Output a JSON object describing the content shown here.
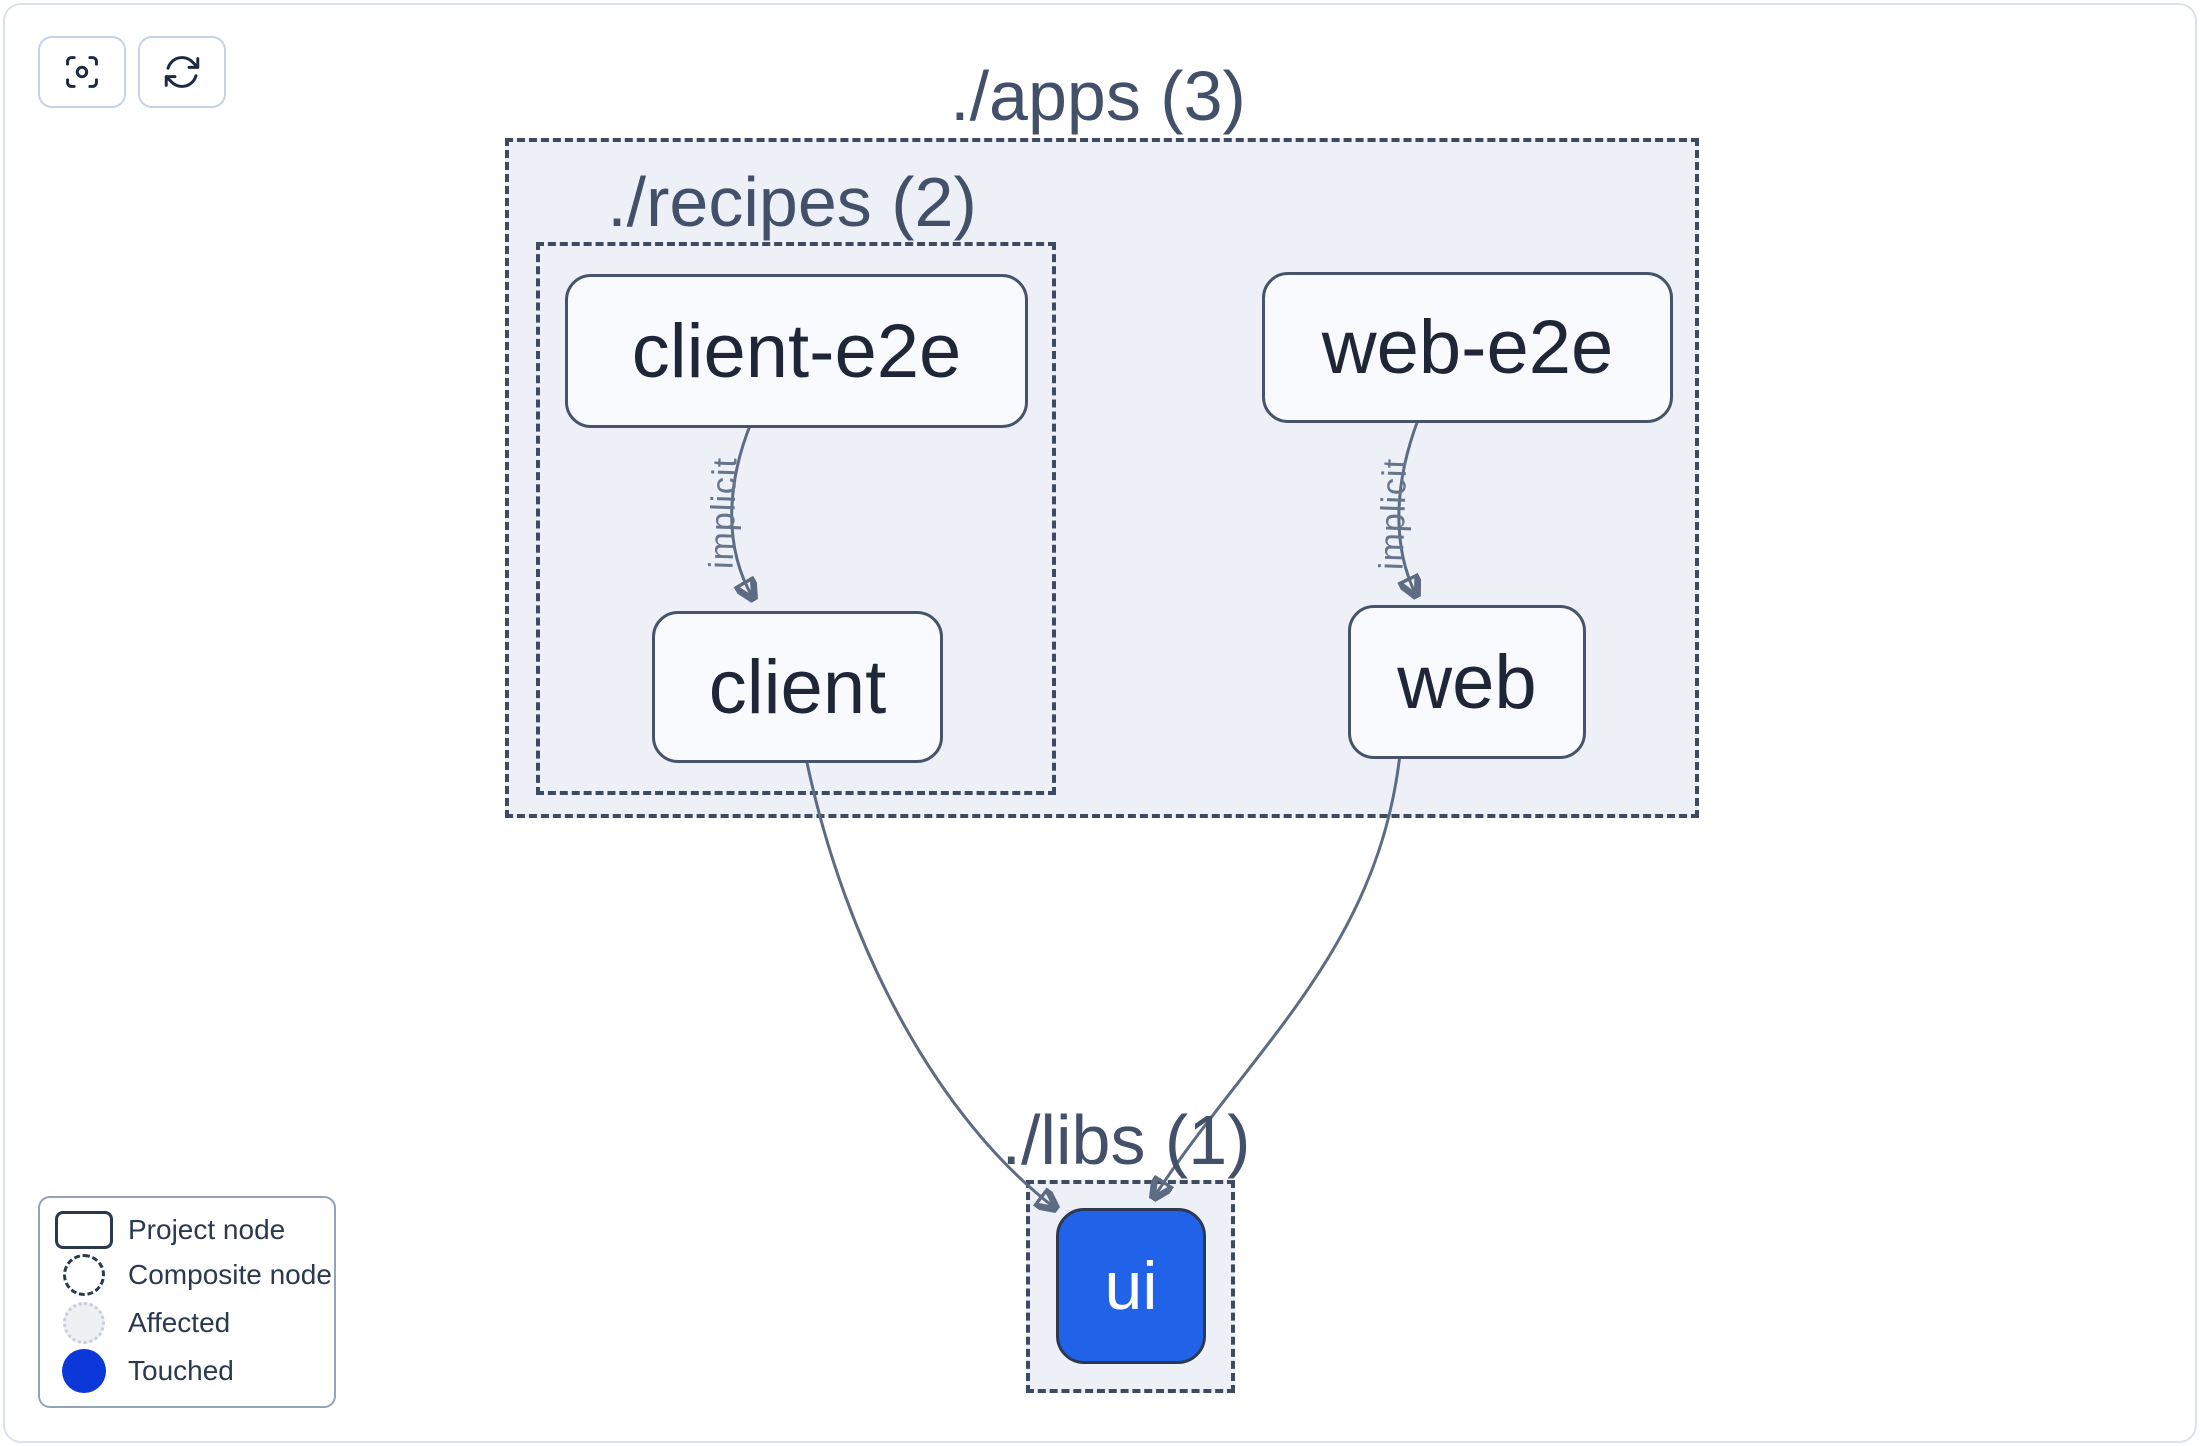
{
  "toolbar": {
    "focus_button": {
      "icon": "viewfinder-icon",
      "action": "focus"
    },
    "refresh_button": {
      "icon": "refresh-icon",
      "action": "refresh"
    }
  },
  "graph": {
    "composites": [
      {
        "id": "apps",
        "label": "./apps (3)",
        "count": 3
      },
      {
        "id": "recipes",
        "label": "./recipes (2)",
        "count": 2
      },
      {
        "id": "libs",
        "label": "./libs (1)",
        "count": 1
      }
    ],
    "nodes": [
      {
        "id": "client-e2e",
        "label": "client-e2e",
        "state": "default",
        "parent": "recipes"
      },
      {
        "id": "client",
        "label": "client",
        "state": "default",
        "parent": "recipes"
      },
      {
        "id": "web-e2e",
        "label": "web-e2e",
        "state": "default",
        "parent": "apps"
      },
      {
        "id": "web",
        "label": "web",
        "state": "default",
        "parent": "apps"
      },
      {
        "id": "ui",
        "label": "ui",
        "state": "touched",
        "parent": "libs"
      }
    ],
    "edges": [
      {
        "from": "client-e2e",
        "to": "client",
        "label": "implicit"
      },
      {
        "from": "web-e2e",
        "to": "web",
        "label": "implicit"
      },
      {
        "from": "client",
        "to": "ui",
        "label": ""
      },
      {
        "from": "web",
        "to": "ui",
        "label": ""
      }
    ]
  },
  "legend": {
    "items": [
      {
        "icon": "project-node-icon",
        "label": "Project node"
      },
      {
        "icon": "composite-node-icon",
        "label": "Composite node"
      },
      {
        "icon": "affected-icon",
        "label": "Affected"
      },
      {
        "icon": "touched-icon",
        "label": "Touched"
      }
    ]
  },
  "colors": {
    "touched_node_fill": "#2063e9",
    "touched_legend_dot": "#0c38d9",
    "composite_background": "#edf0f6",
    "composite_border": "#3e4a5f",
    "node_border": "#46536b",
    "node_background": "#f8fafd",
    "node_text": "#1e2638",
    "composite_title_text": "#43506a",
    "edge_stroke": "#5d6b83",
    "edge_label_text": "#66748c",
    "canvas_border": "#dbe2ec"
  }
}
